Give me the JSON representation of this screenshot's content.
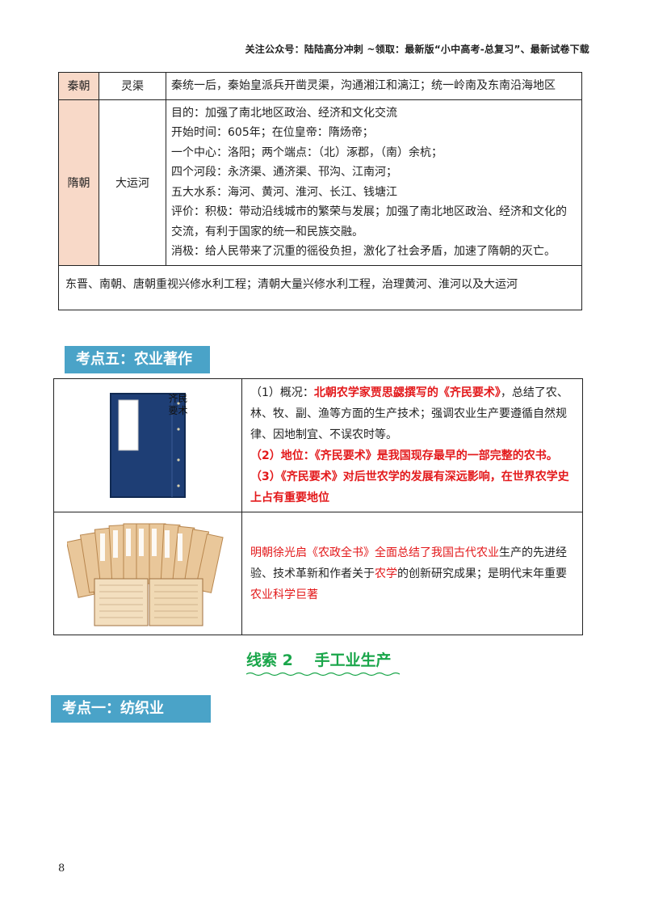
{
  "header": {
    "text": "关注公众号：陆陆高分冲刺  ~领取：最新版“小中高考-总复习”、最新试卷下载"
  },
  "canal_table": {
    "rows": [
      {
        "dynasty": "秦朝",
        "item": "灵渠",
        "lines": [
          "秦统一后，秦始皇派兵开凿灵渠，沟通湘江和漓江；统一岭南及东南沿海地区"
        ]
      },
      {
        "dynasty": "隋朝",
        "item": "大运河",
        "lines": [
          "目的：加强了南北地区政治、经济和文化交流",
          "开始时间：605年；在位皇帝：隋炀帝；",
          "一个中心：洛阳；两个端点：（北）涿郡，（南）余杭；",
          "四个河段：永济渠、通济渠、邗沟、江南河；",
          "五大水系：海河、黄河、淮河、长江、钱塘江",
          "评价：积极：带动沿线城市的繁荣与发展；加强了南北地区政治、经济和文化的交流，有利于国家的统一和民族交融。",
          "消极：给人民带来了沉重的徭役负担，激化了社会矛盾，加速了隋朝的灭亡。"
        ]
      }
    ],
    "footer": "东晋、南朝、唐朝重视兴修水利工程；清朝大量兴修水利工程，治理黄河、淮河以及大运河"
  },
  "section5": {
    "title": "考点五：农业著作"
  },
  "books": {
    "book1_cover_title": "齐民要术",
    "book1": {
      "p1_prefix": "（1）概况：",
      "p1_red": "北朝农学家贾思勰撰写的《齐民要术》",
      "p1_rest": "，总结了农、林、牧、副、渔等方面的生产技术；强调农业生产要遵循自然规律、因地制宜、不误农时等。",
      "p2_prefix": "（2）",
      "p2_red": "地位：《齐民要术》是我国现存最早的一部完整的农书。",
      "p3": "（3）《齐民要术》对后世农学的发展有深远影响，在世界农学史上占有重要地位"
    },
    "book2": {
      "a": "明朝徐光启《农政全书》全面总结了我国古代农业",
      "b": "生产的先进经验、技术革新和作者关于",
      "c": "农学",
      "d": "的创新研究成果；是明代末年重要",
      "e": "农业科学巨著"
    }
  },
  "clue": {
    "label": "线索 2",
    "title": "手工业生产"
  },
  "section1": {
    "title": "考点一：纺织业"
  },
  "page_number": "8",
  "colors": {
    "heading_bg": "#4aa3c8",
    "dynasty_bg": "#f8d9c8",
    "accent_red": "#e3191b",
    "clue_green": "#1aa64a"
  }
}
